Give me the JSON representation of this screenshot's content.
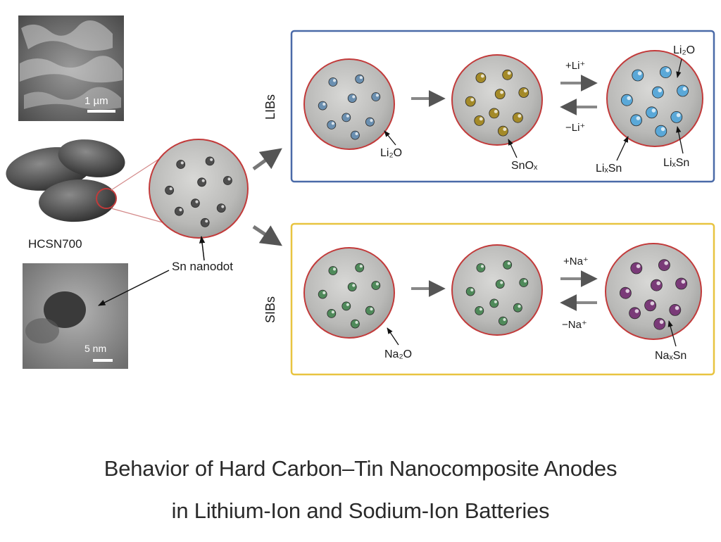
{
  "micrographs": {
    "sem_scale": "1 µm",
    "tem_scale": "5 nm"
  },
  "particle_label": "HCSN700",
  "nanodot_label": "Sn nanodot",
  "panels": {
    "libs": {
      "side_label": "LIBs",
      "border_color": "#4a6aa8",
      "forward": "+Li⁺",
      "reverse": "−Li⁺",
      "dot_colors": {
        "first": "#6a8fb0",
        "second": "#a48a28",
        "third": "#5aa8d8"
      },
      "labels": {
        "oxide": "Li₂O",
        "snox": "SnOₓ",
        "lixsn_a": "LiₓSn",
        "lixsn_b": "LiₓSn",
        "oxide_right": "Li₂O"
      }
    },
    "sibs": {
      "side_label": "SIBs",
      "border_color": "#e8c440",
      "forward": "+Na⁺",
      "reverse": "−Na⁺",
      "dot_colors": {
        "first": "#4f8a5a",
        "second": "#4f8a5a",
        "third": "#7a3a78"
      },
      "labels": {
        "oxide": "Na₂O",
        "naxsn": "NaₓSn"
      }
    }
  },
  "caption": {
    "line1": "Behavior of Hard Carbon–Tin Nanocomposite Anodes",
    "line2": "in Lithium-Ion and Sodium-Ion Batteries"
  }
}
